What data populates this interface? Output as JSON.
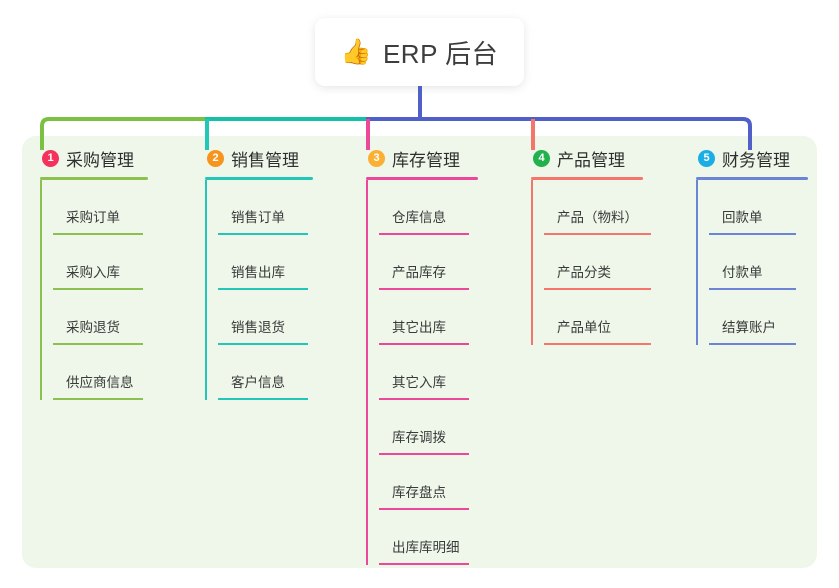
{
  "root": {
    "icon": "thumbs-up-icon",
    "emoji": "👍",
    "title": "ERP 后台"
  },
  "colors": {
    "panel_background": "#eef7e9",
    "page_background": "#ffffff",
    "bus_green": "#7ac143",
    "bus_teal": "#14c1a6",
    "bus_blue": "#5160c8",
    "text": "#3a3a3a"
  },
  "columns": [
    {
      "number": "1",
      "title": "采购管理",
      "badge_color": "#f5325c",
      "line_color": "#8cc152",
      "drop_color": "#8cc152",
      "items": [
        {
          "label": "采购订单"
        },
        {
          "label": "采购入库"
        },
        {
          "label": "采购退货"
        },
        {
          "label": "供应商信息"
        }
      ]
    },
    {
      "number": "2",
      "title": "销售管理",
      "badge_color": "#f7941e",
      "line_color": "#24c6b7",
      "drop_color": "#24c6b7",
      "items": [
        {
          "label": "销售订单"
        },
        {
          "label": "销售出库"
        },
        {
          "label": "销售退货"
        },
        {
          "label": "客户信息"
        }
      ]
    },
    {
      "number": "3",
      "title": "库存管理",
      "badge_color": "#fbb034",
      "line_color": "#ec4899",
      "drop_color": "#ec4899",
      "items": [
        {
          "label": "仓库信息"
        },
        {
          "label": "产品库存"
        },
        {
          "label": "其它出库"
        },
        {
          "label": "其它入库"
        },
        {
          "label": "库存调拨"
        },
        {
          "label": "库存盘点"
        },
        {
          "label": "出库库明细"
        }
      ]
    },
    {
      "number": "4",
      "title": "产品管理",
      "badge_color": "#22b14c",
      "line_color": "#f4766b",
      "drop_color": "#f4766b",
      "items": [
        {
          "label": "产品（物料）"
        },
        {
          "label": "产品分类"
        },
        {
          "label": "产品单位"
        }
      ]
    },
    {
      "number": "5",
      "title": "财务管理",
      "badge_color": "#1aaee5",
      "line_color": "#6b84d6",
      "drop_color": "#6b84d6",
      "items": [
        {
          "label": "回款单"
        },
        {
          "label": "付款单"
        },
        {
          "label": "结算账户"
        }
      ]
    }
  ]
}
